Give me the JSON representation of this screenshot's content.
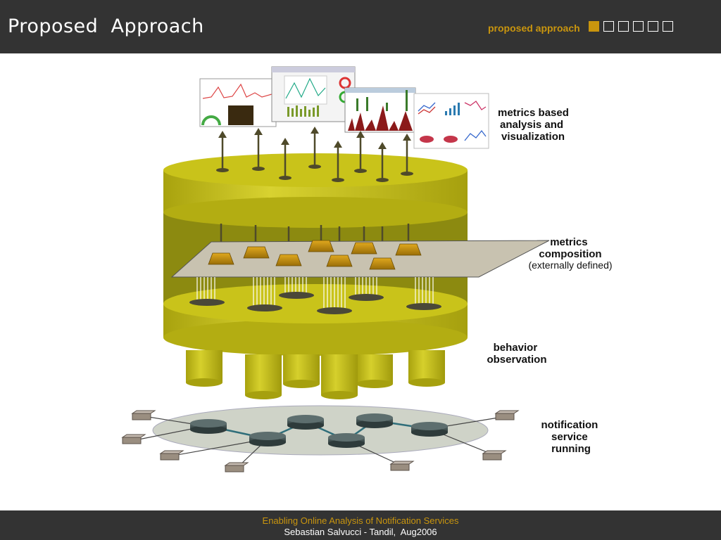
{
  "header": {
    "title": "Proposed  Approach",
    "section_label": "proposed approach",
    "progress": {
      "current": 1,
      "total": 6
    }
  },
  "diagram": {
    "labels": {
      "analysis": [
        "metrics based",
        "analysis and",
        "visualization"
      ],
      "composition": [
        "metrics",
        "composition"
      ],
      "composition_note": "(externally defined)",
      "behavior": [
        "behavior",
        "observation"
      ],
      "service": [
        "notification",
        "service",
        "running"
      ]
    }
  },
  "footer": {
    "line1": "Enabling Online Analysis of Notification Services",
    "line2": "Sebastian Salvucci - Tandil,  Aug2006"
  },
  "colors": {
    "header_bg": "#333333",
    "accent": "#c9950e",
    "cylinder": "#c9c31a",
    "cylinder_dark": "#8c8a10",
    "plane": "#c8c2b0",
    "network_disc": "#cfd3c8",
    "node": "#3f5050"
  }
}
